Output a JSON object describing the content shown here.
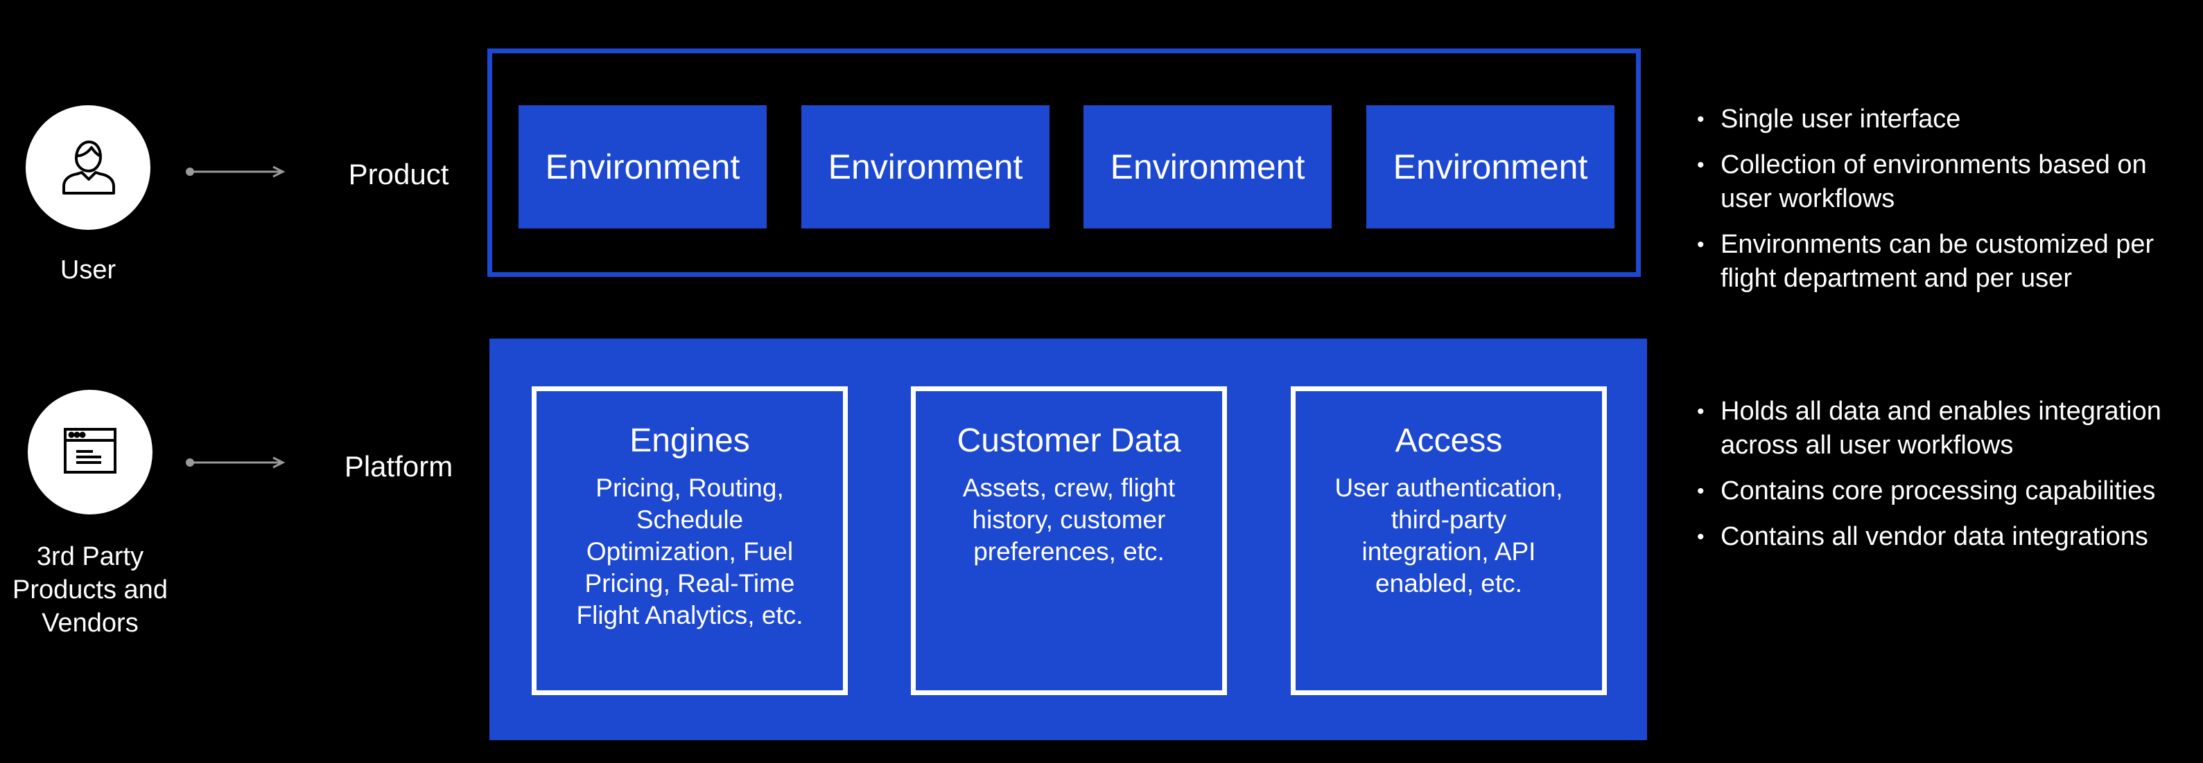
{
  "actors": {
    "user": {
      "label": "User",
      "icon": "person-icon"
    },
    "vendors": {
      "label": "3rd Party Products and Vendors",
      "icon": "browser-window-icon"
    }
  },
  "rows": {
    "product": {
      "label": "Product"
    },
    "platform": {
      "label": "Platform"
    }
  },
  "product": {
    "environments": [
      "Environment",
      "Environment",
      "Environment",
      "Environment"
    ]
  },
  "platform": {
    "modules": [
      {
        "title": "Engines",
        "description": "Pricing, Routing, Schedule Optimization, Fuel Pricing, Real-Time Flight Analytics, etc."
      },
      {
        "title": "Customer Data",
        "description": "Assets, crew, flight history, customer preferences, etc."
      },
      {
        "title": "Access",
        "description": "User authentication, third-party integration, API enabled, etc."
      }
    ]
  },
  "bullets": {
    "product": [
      "Single user interface",
      "Collection of environments based on user workflows",
      "Environments can be customized per flight department and per user"
    ],
    "platform": [
      "Holds all data and enables integration across all user workflows",
      "Contains core processing capabilities",
      "Contains all vendor data integrations"
    ]
  },
  "colors": {
    "background": "#000000",
    "accent_blue": "#1d48d0",
    "text": "#ffffff"
  }
}
